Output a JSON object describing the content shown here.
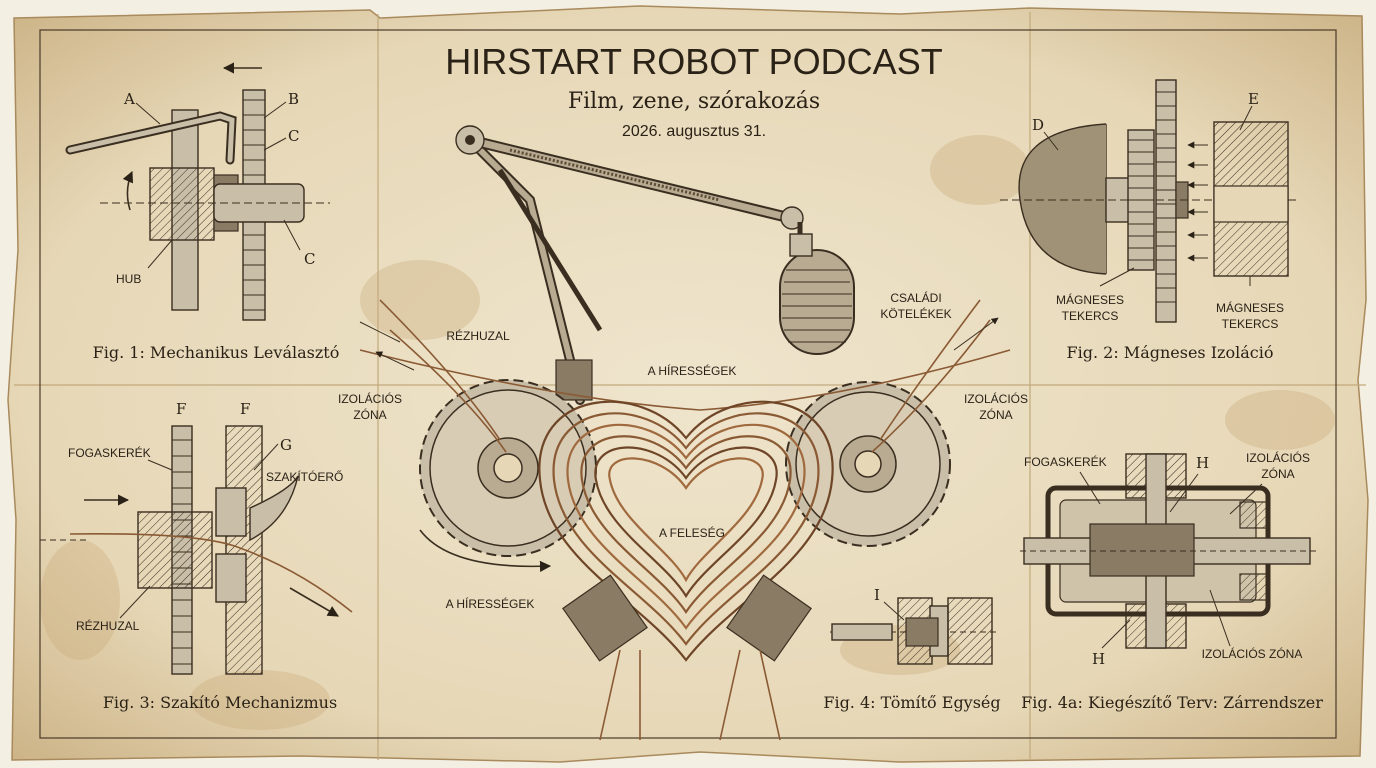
{
  "header": {
    "title": "HIRSTART ROBOT PODCAST",
    "subtitle": "Film, zene, szórakozás",
    "date": "2026. augusztus 31."
  },
  "colors": {
    "paper": "#ede2c8",
    "ink": "#2b2217",
    "stain": "#c9a877",
    "copper": "#8a5a34"
  },
  "fig1": {
    "caption": "Fig. 1: Mechanikus Leválasztó",
    "labels": {
      "a": "A",
      "b": "B",
      "c1": "C",
      "c2": "C",
      "hub": "HUB"
    }
  },
  "fig2": {
    "caption": "Fig. 2: Mágneses Izoláció",
    "labels": {
      "d": "D",
      "e": "E",
      "coil1_l1": "MÁGNESES",
      "coil1_l2": "TEKERCS",
      "coil2_l1": "MÁGNESES",
      "coil2_l2": "TEKERCS"
    }
  },
  "fig3": {
    "caption": "Fig. 3: Szakító Mechanizmus",
    "labels": {
      "f1": "F",
      "f2": "F",
      "g": "G",
      "gear": "FOGASKERÉK",
      "force": "SZAKÍTÓERŐ",
      "wire": "RÉZHUZAL"
    }
  },
  "fig4": {
    "caption": "Fig. 4: Tömítő Egység",
    "labels": {
      "i": "I"
    }
  },
  "fig4a": {
    "caption": "Fig. 4a: Kiegészítő Terv: Zárrendszer",
    "labels": {
      "gear": "FOGASKERÉK",
      "h1": "H",
      "h2": "H",
      "zone_l1": "IZOLÁCIÓS",
      "zone_l2": "ZÓNA",
      "zone_bottom": "IZOLÁCIÓS ZÓNA"
    }
  },
  "center": {
    "labels": {
      "wire": "RÉZHUZAL",
      "family_l1": "CSALÁDI",
      "family_l2": "KÖTELÉKEK",
      "celebs_top": "A HÍRESSÉGEK",
      "celebs_bottom": "A HÍRESSÉGEK",
      "wife": "A FELESÉG",
      "zone_left_l1": "IZOLÁCIÓS",
      "zone_left_l2": "ZÓNA",
      "zone_right_l1": "IZOLÁCIÓS",
      "zone_right_l2": "ZÓNA"
    }
  }
}
